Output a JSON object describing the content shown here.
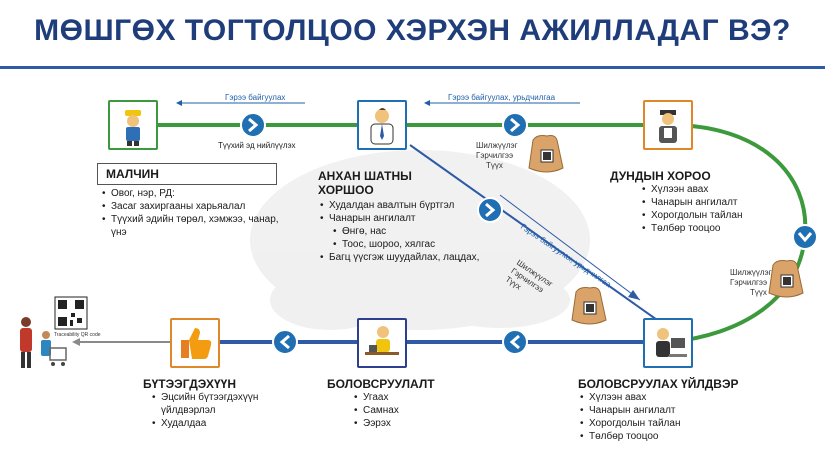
{
  "title": "МӨШГӨХ ТОГТОЛЦОО ХЭРХЭН АЖИЛЛАДАГ ВЭ?",
  "colors": {
    "green": "#3c9a3c",
    "blue": "#1f6fb2",
    "navy": "#2d3f8f",
    "orange": "#e0872a",
    "title": "#1f3d7a"
  },
  "arrows": {
    "contract_left": "Гэрээ байгуулах",
    "contract_right": "Гэрээ байгуулах, урьдчилгаа",
    "raw_material": "Түүхий эд нийлүүлэх",
    "contract_diag": "Гэрээ байгуулах, урьдчилгаа"
  },
  "tags": {
    "tag1": [
      "Шилжүүлэг",
      "Гэрчилгээ",
      "Түүх"
    ],
    "tag2": [
      "Шилжүүлэг",
      "Гэрчилгээ",
      "Түүх"
    ],
    "tag3": [
      "Шилжүүлэг",
      "Гэрчилгээ",
      "Түүх"
    ]
  },
  "qr_caption": "Traceability QR code",
  "nodes": {
    "malchin": {
      "title": "МАЛЧИН",
      "icon": "herder-icon",
      "items": [
        "Овог, нэр, РД:",
        "Засаг захиргааны харьяалал",
        "Түүхий эдийн төрөл, хэмжээ, чанар, үнэ"
      ]
    },
    "ankhan": {
      "title": "АНХАН ШАТНЫ ХОРШОО",
      "icon": "businessman-icon",
      "items": [
        {
          "text": "Худалдан авалтын бүртгэл",
          "sub": false
        },
        {
          "text": "Чанарын ангилалт",
          "sub": false
        },
        {
          "text": "Өнгө, нас",
          "sub": true
        },
        {
          "text": "Тоос, шороо, хялгас",
          "sub": true
        },
        {
          "text": "Багц үүсгэж шуудайлах, лацдах,",
          "sub": false
        }
      ]
    },
    "dundyn": {
      "title": "ДУНДЫН ХОРОО",
      "icon": "inspector-icon",
      "items": [
        "Хүлээн авах",
        "Чанарын ангилалт",
        "Хорогдолын тайлан",
        "Төлбөр тооцоо"
      ]
    },
    "uildver": {
      "title": "БОЛОВСРУУЛАХ ҮЙЛДВЭР",
      "icon": "factory-worker-icon",
      "items": [
        "Хүлээн авах",
        "Чанарын ангилалт",
        "Хорогдолын тайлан",
        "Төлбөр тооцоо"
      ]
    },
    "bolovsruulalt": {
      "title": "БОЛОВСРУУЛАЛТ",
      "icon": "desk-worker-icon",
      "items": [
        "Угаах",
        "Самнах",
        "Ээрэх"
      ]
    },
    "buteegdekhuun": {
      "title": "БҮТЭЭГДЭХҮҮН",
      "icon": "thumbs-up-icon",
      "items": [
        "Эцсийн бүтээгдэхүүн үйлдвэрлэл",
        "Худалдаа"
      ]
    }
  }
}
